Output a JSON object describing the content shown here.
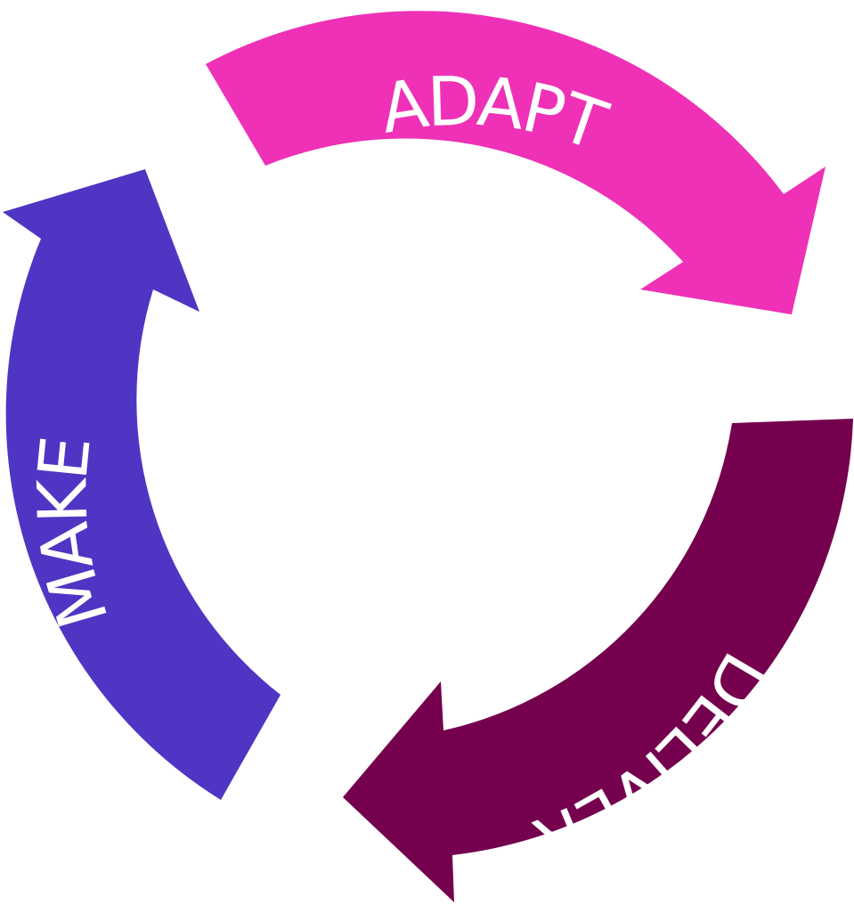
{
  "diagram": {
    "colors": {
      "background": "#ffffff",
      "label": "#ffffff"
    },
    "arrows": [
      {
        "id": "adapt",
        "label": "ADAPT",
        "color": "#ee31b6"
      },
      {
        "id": "deliver",
        "label": "DELIVER",
        "color": "#74004e"
      },
      {
        "id": "make",
        "label": "MAKE",
        "color": "#5035c4"
      }
    ]
  }
}
